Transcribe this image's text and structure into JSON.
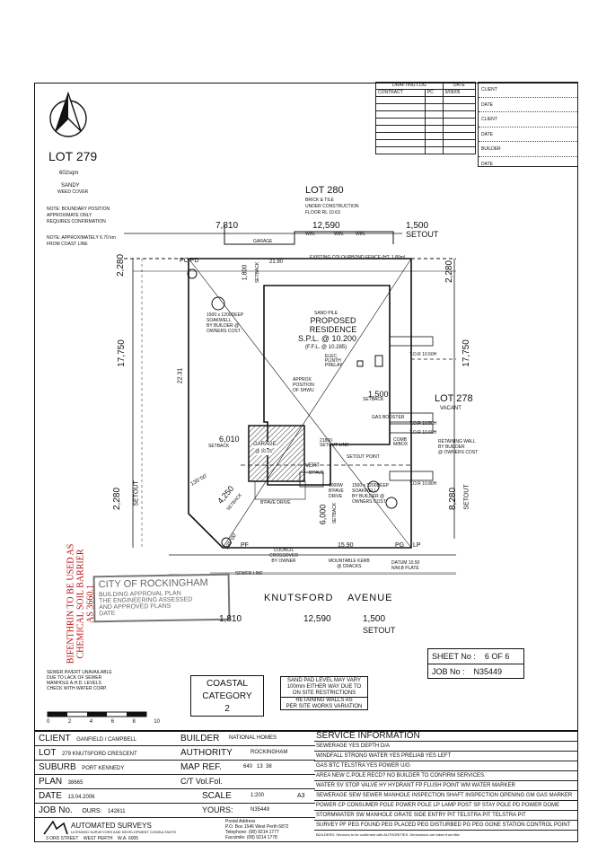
{
  "drafting_log": {
    "title": "DRAFTING LOG",
    "date_header": "DATE",
    "row1_label": "CONTRACT",
    "row1_init": "PC",
    "row1_date": "9/06/05"
  },
  "client_box": [
    "CLIENT",
    "DATE",
    "CLIENT",
    "DATE",
    "BUILDER",
    "DATE"
  ],
  "lot": {
    "title": "LOT 279",
    "area": "602sqm",
    "surface": "SANDY",
    "cover": "WEED COVER",
    "note1": [
      "NOTE: BOUNDARY POSITION",
      "APPROXIMATE ONLY",
      "REQUIRES CONFIRMATION"
    ],
    "note2": [
      "NOTE: APPROXIMATELY 6.70 km",
      "FROM COAST LINE"
    ]
  },
  "lot280": {
    "title": "LOT 280",
    "lines": [
      "BRICK & TILE",
      "UNDER CONSTRUCTION",
      "FLOOR RL 10.63"
    ],
    "garage": "GARAGE",
    "win": [
      "WIN.",
      "WIN.",
      "WIN."
    ],
    "fence": "EXISTING COLOURBOND FENCE (HT. 1.80m)"
  },
  "lot278": {
    "title": "LOT 278",
    "status": "VACANT"
  },
  "dims": {
    "top_left": "7,810",
    "top_mid": "12,590",
    "top_right": "1,500",
    "top_right_label": "SETOUT",
    "left_side": "17,750",
    "right_side": "17,750",
    "left_top": "2,280",
    "right_top": "2,280",
    "left_bottom": "2,280",
    "left_bottom_label": "SETOUT",
    "right_bottom": "8,280",
    "right_bottom_label": "SETOUT",
    "bottom_left": "1,810",
    "bottom_mid": "12,590",
    "bottom_right": "1,500",
    "bottom_right_label": "SETOUT",
    "frontage": "15.90",
    "rear": "21.90",
    "side_inner": "22.31",
    "setback_top": "1,800",
    "setback_top_label": "SETBACK",
    "setback_left": "6,010",
    "setback_left_label": "SETBACK",
    "setback_right": "1,500",
    "setback_right_label": "SETBACK",
    "setback_garage": "4,250",
    "setback_garage_label": "SETBACK",
    "setback_drive": "6,000",
    "setback_drive_label": "SETBACK",
    "pc_pd": "PC PD",
    "angle1": "135°00'",
    "angle2": "135°00'"
  },
  "residence": {
    "title": "PROPOSED RESIDENCE",
    "spl": "S.P.L. @ 10.200",
    "ffl": "(F.F.L. @ 10.285)",
    "elec": "ELEC. PLINTH PRELAY",
    "sand_pile": "SAND PILE",
    "shwt": [
      "APPROX",
      "POSITION",
      "OF SHWU"
    ],
    "gas_booster": "GAS BOOSTER",
    "comb": "COMB M/BOX",
    "setout_line": "21800 SETOUT LINE",
    "setout_point": "SETOUT POINT"
  },
  "soakwell1": [
    "1500 x 1200DEEP",
    "SOAKWELL",
    "BY BUILDER @",
    "OWNERS COST"
  ],
  "soakwell2": [
    "1500 x 1200DEEP",
    "SOAKWELL",
    "BY BUILDER @",
    "OWNERS COST"
  ],
  "tor": [
    "T.O.R 10.50H",
    "T.O.R 10.50H",
    "T.O.R 10.60H",
    "T.O.R 10.80H"
  ],
  "retaining": [
    "RETAINING WALL",
    "BY BUILDER",
    "@ OWNERS COST"
  ],
  "garage": {
    "title": "GARAGE",
    "ffl": "@ 10.15"
  },
  "drive": {
    "vert": "VERT",
    "vert2": "B'PAVE",
    "paved1": "B'PAVE DRIVE",
    "drive2": [
      "1000W",
      "B'PAVE",
      "DRIVE"
    ]
  },
  "street": {
    "name": "KNUTSFORD    AVENUE",
    "crossover": [
      "COUNCIL",
      "CROSSOVER",
      "BY OWNER"
    ],
    "kerb": [
      "MOUNTABLE KERB",
      "@ CRACKS"
    ],
    "sewer": "SEWER LINE",
    "datum": [
      "DATUM 10.50",
      "N/M,B PLATE"
    ],
    "pf": "PF",
    "pg": "PG",
    "lp": "LP"
  },
  "stamp": [
    "CITY OF ROCKINGHAM",
    "BUILDING APPROVAL PLAN",
    "THE ENGINEERING ASSESSED",
    "AND APPROVED PLANS",
    "DATE"
  ],
  "red_stamp": [
    "BIFENTHRIN TO BE USED AS",
    "CHEMICAL SOIL BARRIER",
    "AS 3660.1"
  ],
  "sewer_note": [
    "SEWER INVERT UNAVAILABLE",
    "DUE TO LACK OF SEWER",
    "MANHOLE A.H.D. LEVELS",
    "CHECK WITH WATER CORP."
  ],
  "coastal": [
    "COASTAL",
    "CATEGORY",
    "2"
  ],
  "sand_pad": [
    "SAND PAD LEVEL MAY VARY",
    "100mm EITHER WAY DUE TO",
    "ON SITE RESTRICTIONS",
    "RETAINING WALLS AS",
    "PER SITE WORKS VARIATION"
  ],
  "sheet": {
    "sheet_label": "SHEET No :",
    "sheet_value": "6 OF 6",
    "job_label": "JOB No :",
    "job_value": "N35449"
  },
  "scale_ticks": [
    "0",
    "2",
    "4",
    "6",
    "8",
    "10"
  ],
  "title_block": {
    "client_label": "CLIENT",
    "client": "GANFIELD / CAMPBELL",
    "builder_label": "BUILDER",
    "builder": "NATIONAL HOMES",
    "lot_label": "LOT",
    "lot": "279 KNUTSFORD CRESCENT",
    "authority_label": "AUTHORITY",
    "authority": "ROCKINGHAM",
    "suburb_label": "SUBURB",
    "suburb": "PORT KENNEDY",
    "mapref_label": "MAP REF.",
    "mapref": "640   13  38",
    "plan_label": "PLAN",
    "plan": "38665",
    "vol_label": "C/T Vol.Fol.",
    "date_label": "DATE",
    "date": "13.04.2006",
    "scale_label": "SCALE",
    "scale": "1:200",
    "paper": "A3",
    "job_label": "JOB No.",
    "ours_label": "OURS:",
    "ours": "142811",
    "yours_label": "YOURS:",
    "yours": "N35449"
  },
  "company": {
    "name": "AUTOMATED SURVEYS",
    "tag": "LICENSED SURVEYORS AND DEVELOPMENT CONSULTANTS",
    "address": "3 ORD STREET    WEST PERTH    W.A. 6005",
    "postal_title": "Postal Address",
    "postal": [
      "P.O. Box 1546 West Perth 6872",
      "Telephone: (08) 9214 1777",
      "Facsimile: (08) 9214 1778"
    ]
  },
  "service": {
    "title": "SERVICE INFORMATION",
    "rows": [
      "SEWERAGE  YES     DEPTH  D/A",
      "WINDFALL  STRONG    WATER  YES    PRELIAB  YES   LEFT",
      "GAS   BTC    TELSTRA  YES   POWER  U/G",
      "AREA  NEW    C.POLE RECD?  NO    BUILDER TO CONFIRM SERVICES.",
      "WATER  SV STOP VALVE  HY HYDRANT  FP FLUSH POINT  WM WATER MARKER",
      "SEWERAGE  SEW SEWER MANHOLE  INSPECTION SHAFT  INSPECTION OPENING  GM GAS MARKER",
      "POWER  CP CONSUMER POLE  POWER POLE  LP LAMP POST  SP STAY POLE  PD POWER DOME",
      "STORMWATER  SW MANHOLE  GRATE  SIDE ENTRY PIT  TELSTRA PIT TELSTRA PIT",
      "SURVEY  PF PEG FOUND  PEG PLACED  PEG DISTURBED  PG PEG GONE  STATION  CONTROL POINT",
      "BUILDERS: Services to be confirmed with AUTHORITIES. Dimensions are taken from title."
    ]
  }
}
